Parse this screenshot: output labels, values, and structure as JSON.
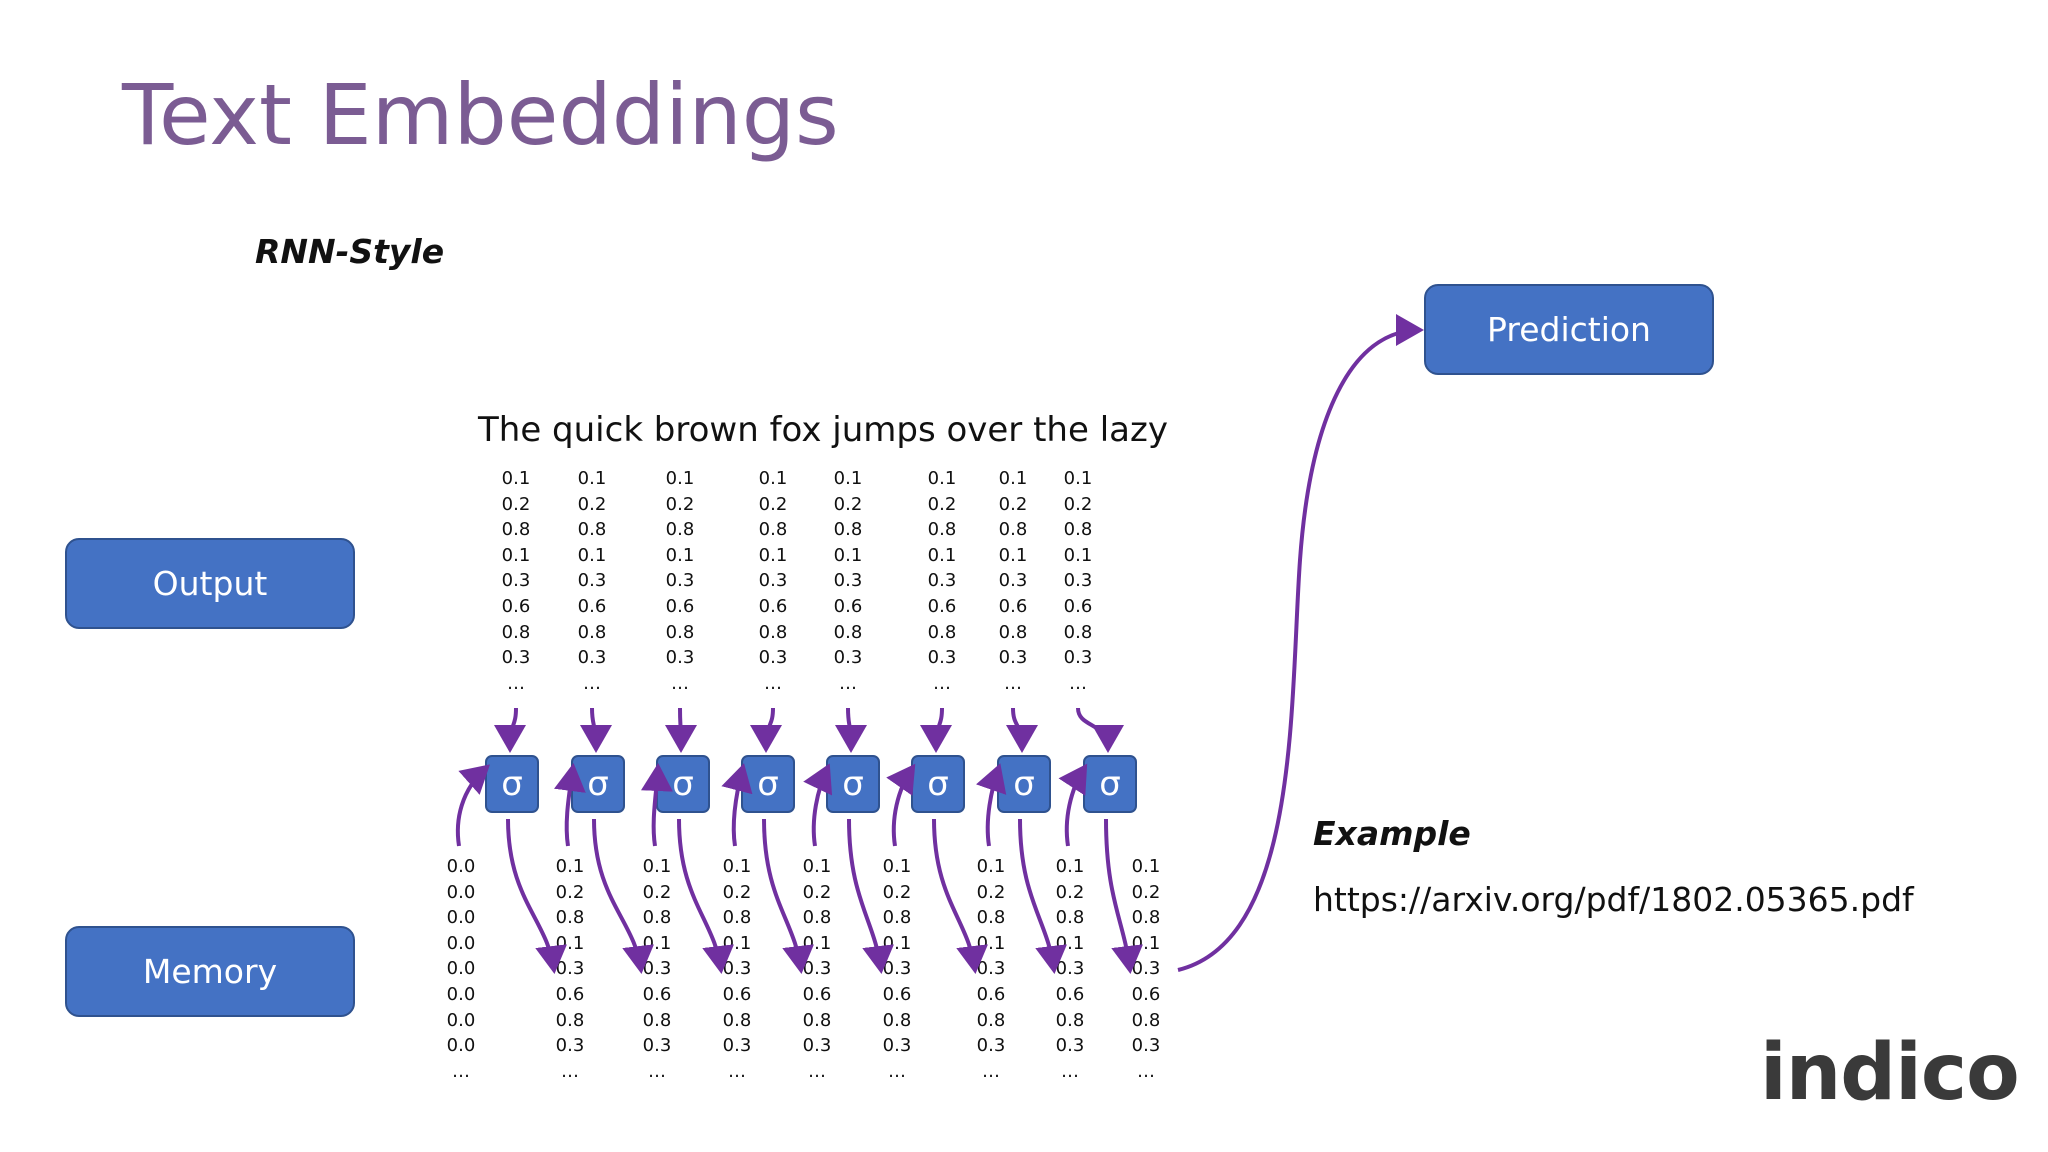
{
  "title": "Text Embeddings",
  "subtitle": "RNN-Style",
  "boxes": {
    "output": "Output",
    "memory": "Memory",
    "prediction": "Prediction"
  },
  "sentence": "The quick brown fox jumps over the lazy",
  "cell_symbol": "σ",
  "output_vectors": [
    [
      "0.1",
      "0.2",
      "0.8",
      "0.1",
      "0.3",
      "0.6",
      "0.8",
      "0.3",
      "…"
    ],
    [
      "0.1",
      "0.2",
      "0.8",
      "0.1",
      "0.3",
      "0.6",
      "0.8",
      "0.3",
      "…"
    ],
    [
      "0.1",
      "0.2",
      "0.8",
      "0.1",
      "0.3",
      "0.6",
      "0.8",
      "0.3",
      "…"
    ],
    [
      "0.1",
      "0.2",
      "0.8",
      "0.1",
      "0.3",
      "0.6",
      "0.8",
      "0.3",
      "…"
    ],
    [
      "0.1",
      "0.2",
      "0.8",
      "0.1",
      "0.3",
      "0.6",
      "0.8",
      "0.3",
      "…"
    ],
    [
      "0.1",
      "0.2",
      "0.8",
      "0.1",
      "0.3",
      "0.6",
      "0.8",
      "0.3",
      "…"
    ],
    [
      "0.1",
      "0.2",
      "0.8",
      "0.1",
      "0.3",
      "0.6",
      "0.8",
      "0.3",
      "…"
    ],
    [
      "0.1",
      "0.2",
      "0.8",
      "0.1",
      "0.3",
      "0.6",
      "0.8",
      "0.3",
      "…"
    ]
  ],
  "memory_vectors": [
    [
      "0.0",
      "0.0",
      "0.0",
      "0.0",
      "0.0",
      "0.0",
      "0.0",
      "0.0",
      "…"
    ],
    [
      "0.1",
      "0.2",
      "0.8",
      "0.1",
      "0.3",
      "0.6",
      "0.8",
      "0.3",
      "…"
    ],
    [
      "0.1",
      "0.2",
      "0.8",
      "0.1",
      "0.3",
      "0.6",
      "0.8",
      "0.3",
      "…"
    ],
    [
      "0.1",
      "0.2",
      "0.8",
      "0.1",
      "0.3",
      "0.6",
      "0.8",
      "0.3",
      "…"
    ],
    [
      "0.1",
      "0.2",
      "0.8",
      "0.1",
      "0.3",
      "0.6",
      "0.8",
      "0.3",
      "…"
    ],
    [
      "0.1",
      "0.2",
      "0.8",
      "0.1",
      "0.3",
      "0.6",
      "0.8",
      "0.3",
      "…"
    ],
    [
      "0.1",
      "0.2",
      "0.8",
      "0.1",
      "0.3",
      "0.6",
      "0.8",
      "0.3",
      "…"
    ],
    [
      "0.1",
      "0.2",
      "0.8",
      "0.1",
      "0.3",
      "0.6",
      "0.8",
      "0.3",
      "…"
    ],
    [
      "0.1",
      "0.2",
      "0.8",
      "0.1",
      "0.3",
      "0.6",
      "0.8",
      "0.3",
      "…"
    ]
  ],
  "example_label": "Example",
  "example_url": "https://arxiv.org/pdf/1802.05365.pdf",
  "logo": "indico",
  "colors": {
    "title": "#7b5c93",
    "box_fill": "#4472c4",
    "arrow": "#7030a0"
  }
}
